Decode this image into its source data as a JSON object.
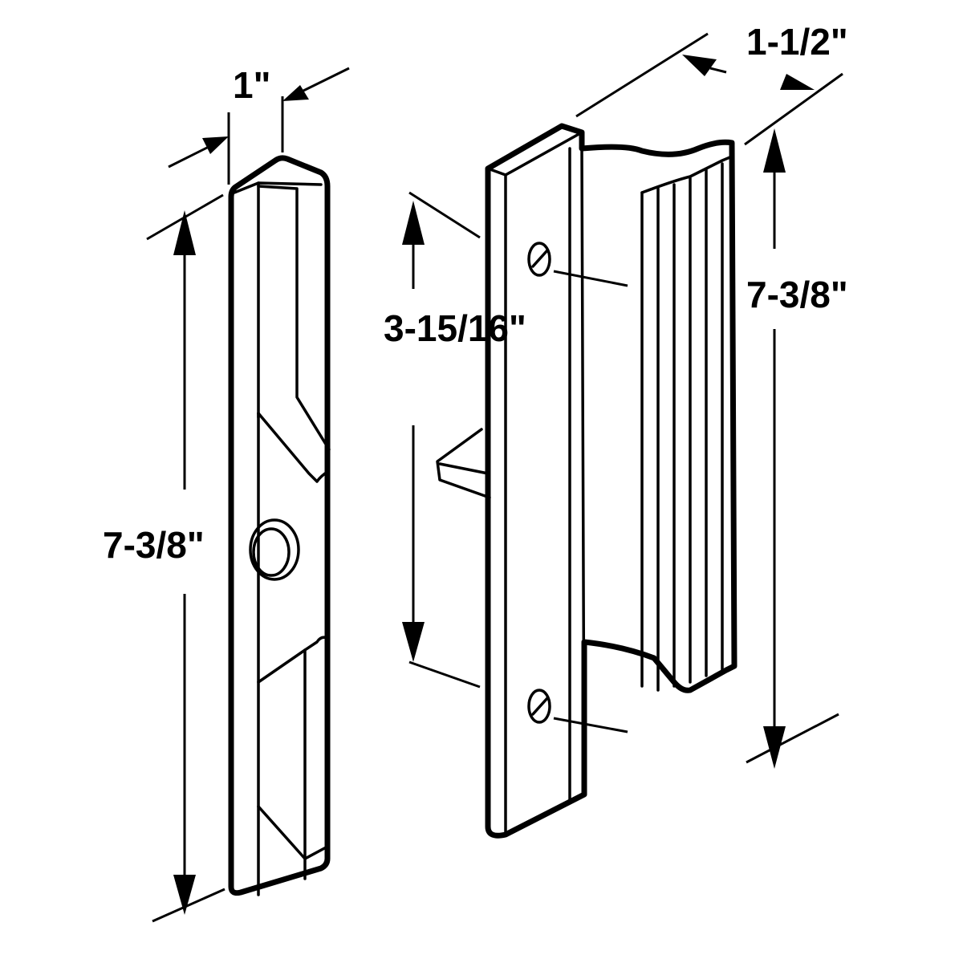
{
  "labels": {
    "left_width": "1\"",
    "left_height": "7-3/8\"",
    "hole_spacing": "3-15/16\"",
    "right_depth": "1-1/2\"",
    "right_height": "7-3/8\""
  },
  "colors": {
    "line": "#000000",
    "background": "#ffffff"
  }
}
